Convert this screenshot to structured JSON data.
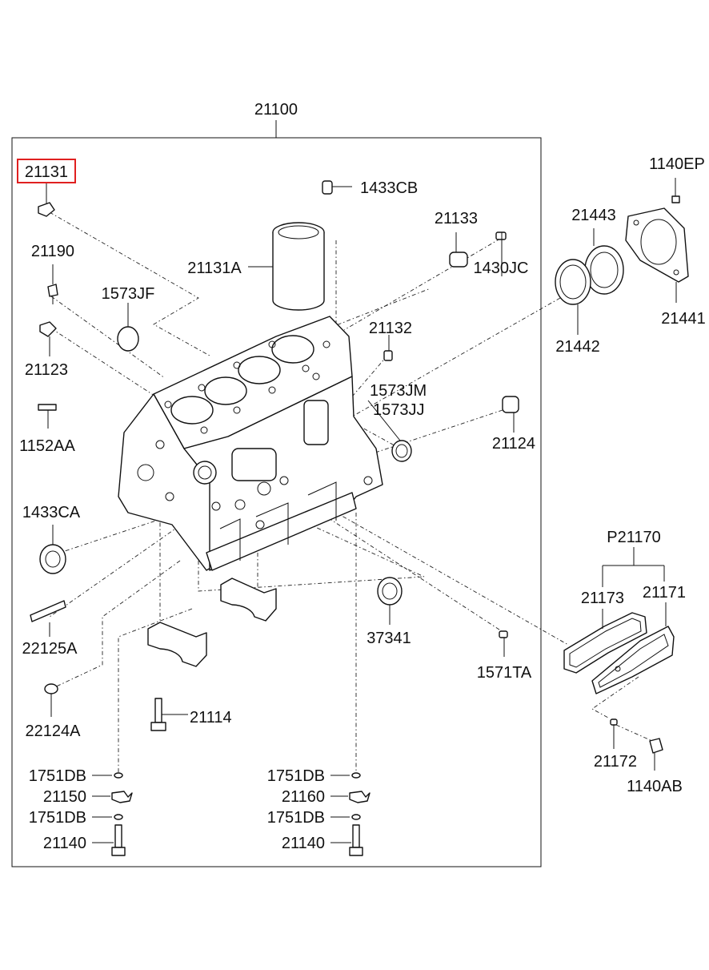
{
  "assembly": {
    "number": "21100",
    "highlighted_part": "21131"
  },
  "parts": [
    {
      "id": "p21131",
      "label": "21131"
    },
    {
      "id": "p1433CB",
      "label": "1433CB"
    },
    {
      "id": "p21133",
      "label": "21133"
    },
    {
      "id": "p1140EP",
      "label": "1140EP"
    },
    {
      "id": "p21443",
      "label": "21443"
    },
    {
      "id": "p21190",
      "label": "21190"
    },
    {
      "id": "p21131A",
      "label": "21131A"
    },
    {
      "id": "p1430JC",
      "label": "1430JC"
    },
    {
      "id": "p1573JF",
      "label": "1573JF"
    },
    {
      "id": "p21441",
      "label": "21441"
    },
    {
      "id": "p21132",
      "label": "21132"
    },
    {
      "id": "p21442",
      "label": "21442"
    },
    {
      "id": "p21123",
      "label": "21123"
    },
    {
      "id": "p1573JM",
      "label": "1573JM"
    },
    {
      "id": "p1573JJ",
      "label": "1573JJ"
    },
    {
      "id": "p1152AA",
      "label": "1152AA"
    },
    {
      "id": "p21124",
      "label": "21124"
    },
    {
      "id": "p1433CA",
      "label": "1433CA"
    },
    {
      "id": "pP21170",
      "label": "P21170"
    },
    {
      "id": "p21173",
      "label": "21173"
    },
    {
      "id": "p21171",
      "label": "21171"
    },
    {
      "id": "p22125A",
      "label": "22125A"
    },
    {
      "id": "p37341",
      "label": "37341"
    },
    {
      "id": "p1571TA",
      "label": "1571TA"
    },
    {
      "id": "p21114",
      "label": "21114"
    },
    {
      "id": "p22124A",
      "label": "22124A"
    },
    {
      "id": "p21172",
      "label": "21172"
    },
    {
      "id": "p1140AB",
      "label": "1140AB"
    },
    {
      "id": "p1751DB_l1",
      "label": "1751DB"
    },
    {
      "id": "p1751DB_r1",
      "label": "1751DB"
    },
    {
      "id": "p21150",
      "label": "21150"
    },
    {
      "id": "p21160",
      "label": "21160"
    },
    {
      "id": "p1751DB_l2",
      "label": "1751DB"
    },
    {
      "id": "p1751DB_r2",
      "label": "1751DB"
    },
    {
      "id": "p21140_l",
      "label": "21140"
    },
    {
      "id": "p21140_r",
      "label": "21140"
    }
  ],
  "colors": {
    "ink": "#111111",
    "highlight": "#e02020",
    "background": "#ffffff"
  }
}
